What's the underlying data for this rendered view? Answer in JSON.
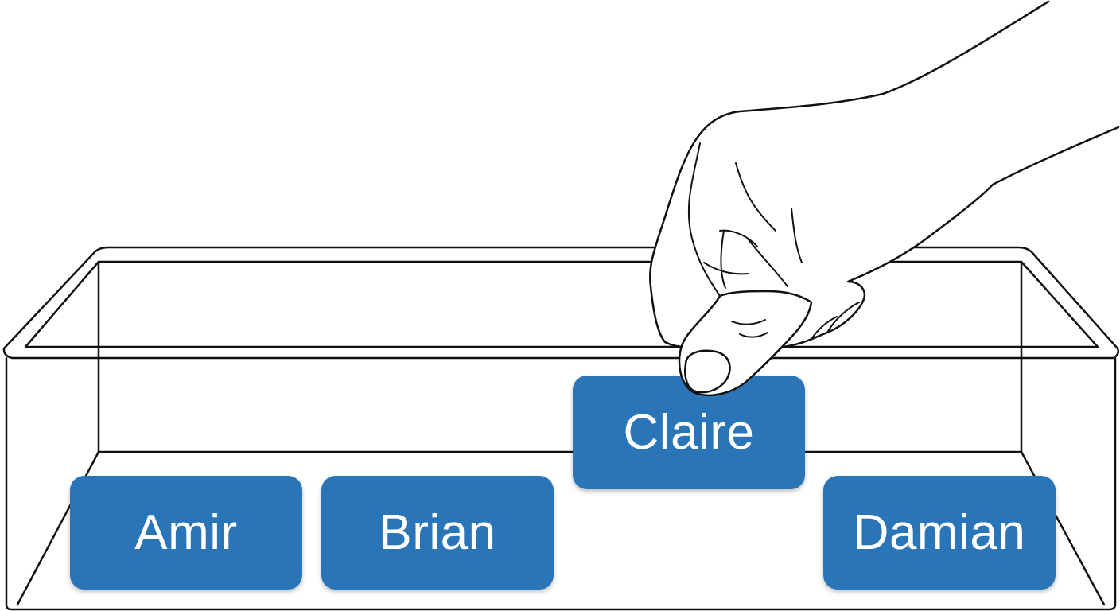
{
  "scene": {
    "card_color": "#2a74b8",
    "outline_color": "#111111",
    "cards": [
      {
        "id": "amir",
        "label": "Amir"
      },
      {
        "id": "brian",
        "label": "Brian"
      },
      {
        "id": "claire",
        "label": "Claire",
        "state": "being picked up by hand"
      },
      {
        "id": "damian",
        "label": "Damian"
      }
    ]
  }
}
